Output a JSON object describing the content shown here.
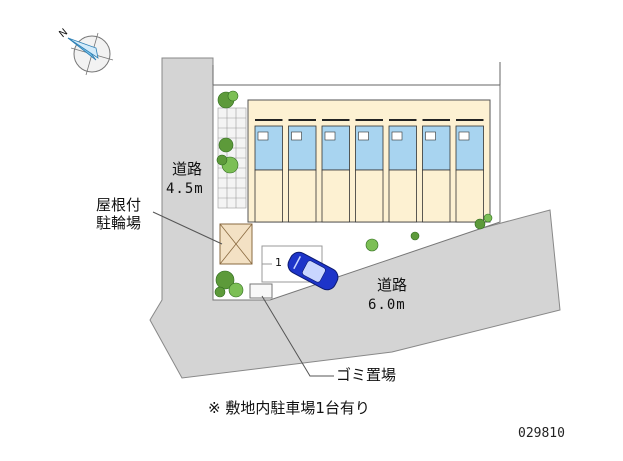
{
  "compass": {
    "north_label": "N"
  },
  "road_west": {
    "name": "道路",
    "width": "4.5m"
  },
  "road_south": {
    "name": "道路",
    "width": "6.0m"
  },
  "bicycle_parking": {
    "line1": "屋根付",
    "line2": "駐輪場"
  },
  "parking": {
    "slot_number": "1",
    "car_color": "#1d34c9"
  },
  "garbage": {
    "label": "ゴミ置場"
  },
  "note": {
    "text": "※ 敷地内駐車場1台有り"
  },
  "property_code": "029810",
  "units": {
    "count": 7
  },
  "colors": {
    "road": "#d4d4d4",
    "building": "#fdf1d2",
    "balcony": "#a8d4f0",
    "greenery": "#5d9a3a",
    "car": "#1d34c9"
  }
}
